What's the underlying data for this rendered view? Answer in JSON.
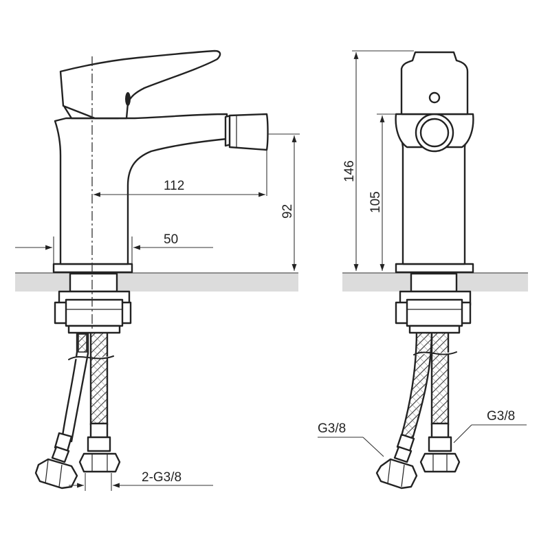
{
  "dimensions": {
    "spout_reach": "112",
    "spout_height": "92",
    "base_width": "50",
    "total_height": "146",
    "body_height": "105",
    "connection_front": "2-G3/8",
    "connection_left": "G3/8",
    "connection_right": "G3/8"
  },
  "colors": {
    "line": "#222222",
    "countertop": "#dcdcdc",
    "background": "#ffffff"
  }
}
